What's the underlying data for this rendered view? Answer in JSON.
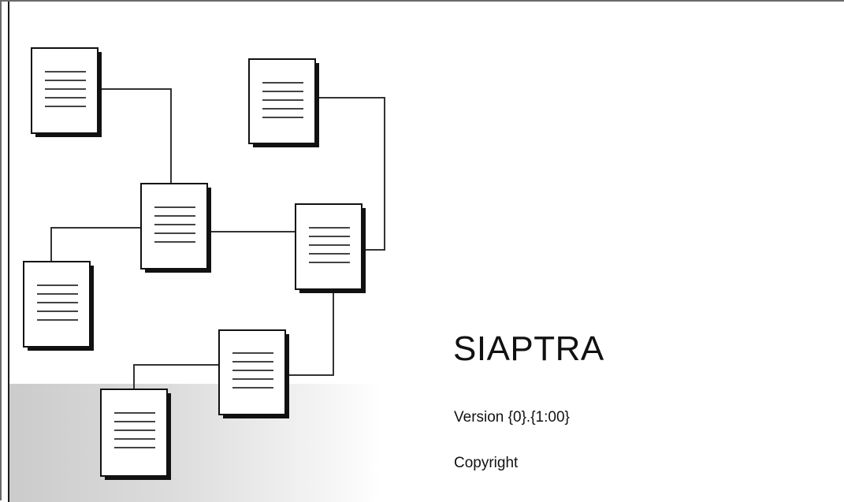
{
  "splash": {
    "title": "SIAPTRA",
    "version": "Version {0}.{1:00}",
    "copyright": "Copyright"
  },
  "diagram": {
    "document_icon": "document-icon",
    "documents_count_note": null
  },
  "colors": {
    "border": "#6a6a6a",
    "line": "#333333",
    "doc_fill": "#ffffff",
    "doc_shadow": "#111111",
    "gradient_start": "#cbcbcb",
    "text": "#111111"
  }
}
